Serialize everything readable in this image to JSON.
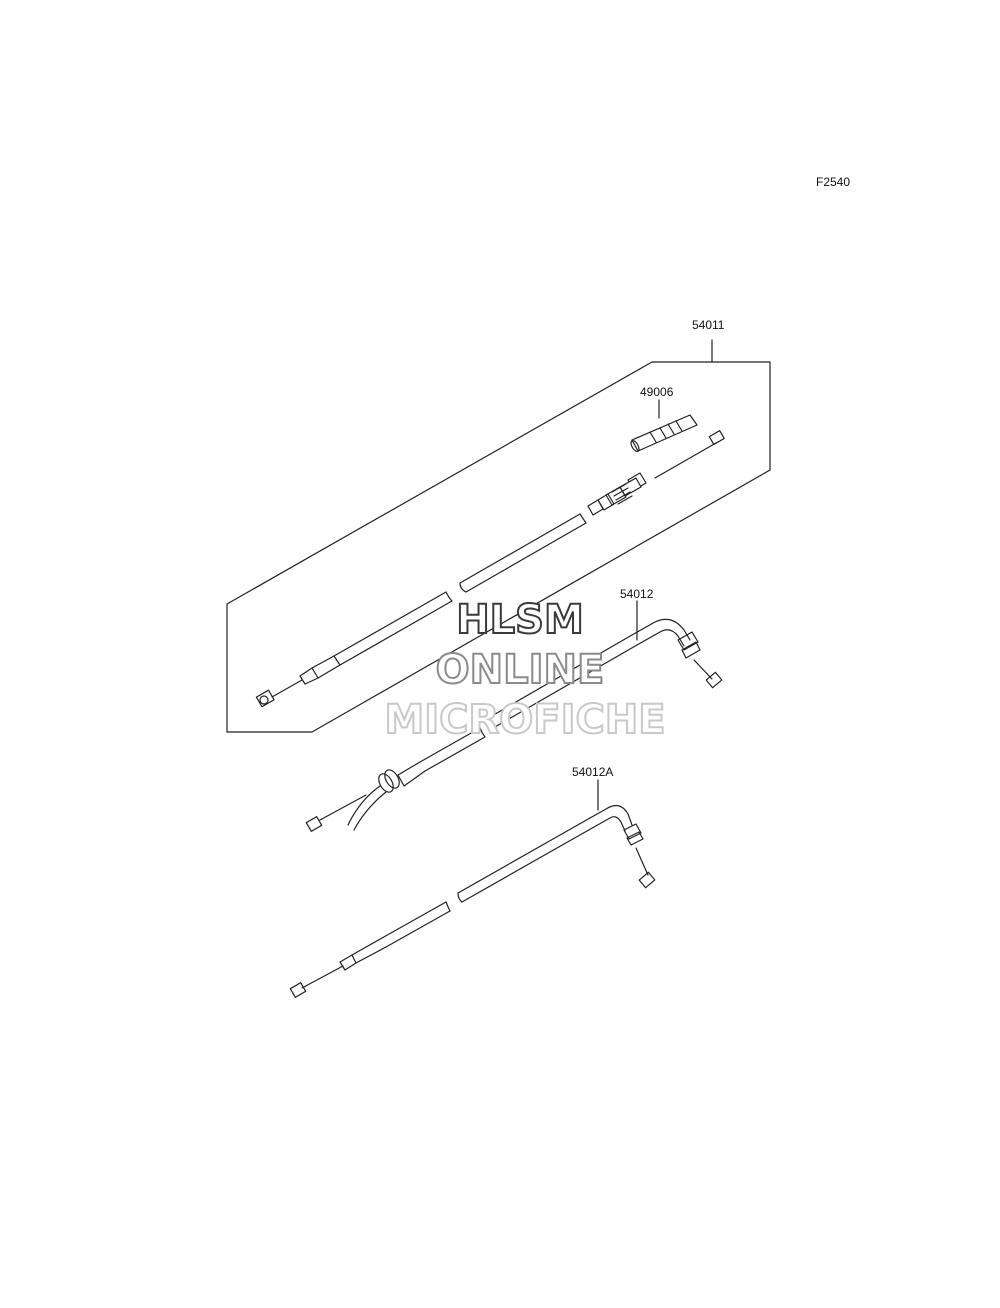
{
  "figure_code": "F2540",
  "parts": [
    {
      "number": "54011"
    },
    {
      "number": "49006"
    },
    {
      "number": "54012"
    },
    {
      "number": "54012A"
    }
  ],
  "watermark": {
    "line1": "HLSM",
    "line2": "ONLINE",
    "line3": "MICROFICHE"
  }
}
